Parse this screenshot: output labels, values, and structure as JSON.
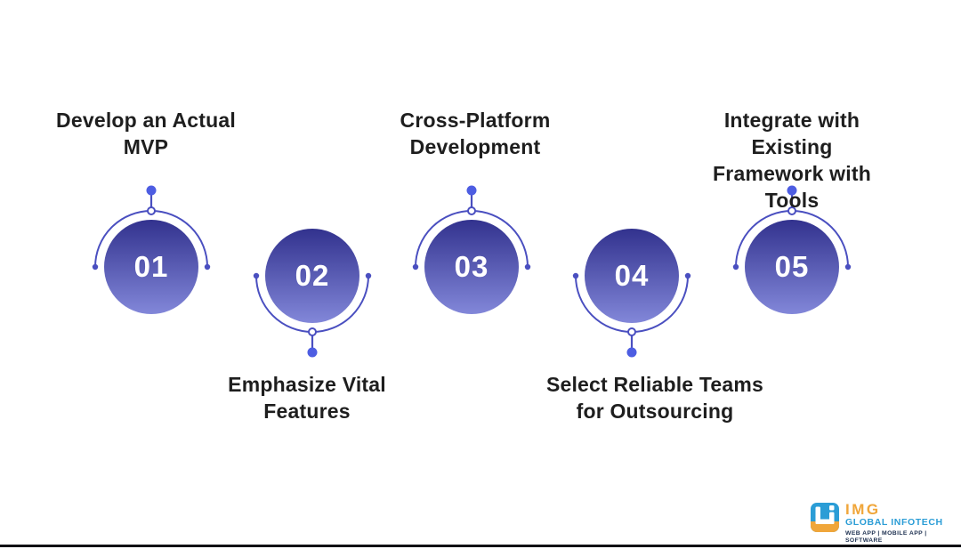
{
  "steps": [
    {
      "number": "01",
      "label": "Develop an Actual\nMVP",
      "orientation": "up"
    },
    {
      "number": "02",
      "label": "Emphasize Vital\nFeatures",
      "orientation": "down"
    },
    {
      "number": "03",
      "label": "Cross-Platform\nDevelopment",
      "orientation": "up"
    },
    {
      "number": "04",
      "label": "Select Reliable Teams\nfor Outsourcing",
      "orientation": "down"
    },
    {
      "number": "05",
      "label": "Integrate with Existing\nFramework with Tools",
      "orientation": "up"
    }
  ],
  "logo": {
    "brand": "IMG",
    "company": "GLOBAL INFOTECH",
    "tagline": "WEB APP | MOBILE APP | SOFTWARE"
  },
  "colors": {
    "background": "#ffffff",
    "label_text": "#1e1e1e",
    "number_text": "#ffffff",
    "circle_top": "#32328e",
    "circle_bottom": "#8287d9",
    "arc_line": "#4a4fc0",
    "node_dot": "#4d5de2",
    "brand_blue": "#2b9dd6",
    "brand_orange": "#f0a63a",
    "brand_navy": "#1d3050",
    "border_line": "#101014"
  }
}
